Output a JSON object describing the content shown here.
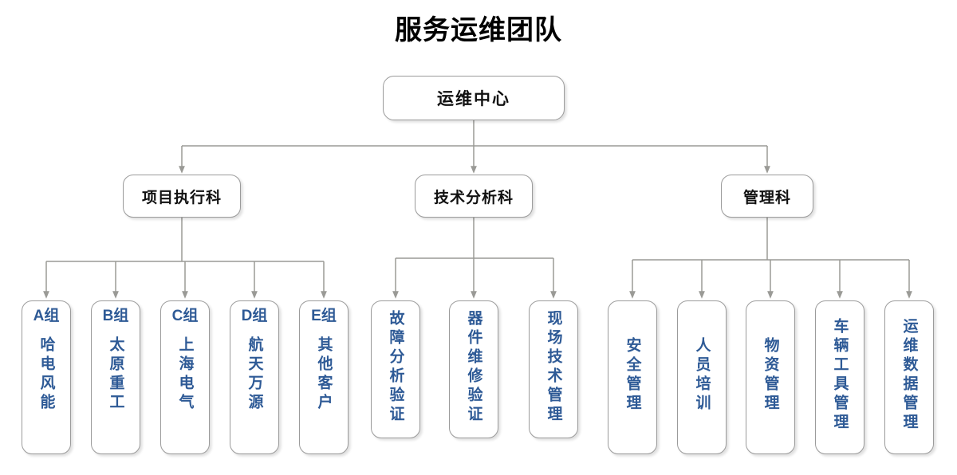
{
  "title": "服务运维团队",
  "colors": {
    "accent_text": "#2E5A96",
    "node_border": "#9B9B9B",
    "connector": "#9A9A96",
    "title_text": "#000000",
    "background": "#FFFFFF"
  },
  "root": {
    "label": "运维中心"
  },
  "departments": [
    {
      "label": "项目执行科"
    },
    {
      "label": "技术分析科"
    },
    {
      "label": "管理科"
    }
  ],
  "project_groups": [
    {
      "tag": "A组",
      "name": "哈电风能"
    },
    {
      "tag": "B组",
      "name": "太原重工"
    },
    {
      "tag": "C组",
      "name": "上海电气"
    },
    {
      "tag": "D组",
      "name": "航天万源"
    },
    {
      "tag": "E组",
      "name": "其他客户"
    }
  ],
  "technical_items": [
    {
      "name": "故障分析验证"
    },
    {
      "name": "器件维修验证"
    },
    {
      "name": "现场技术管理"
    }
  ],
  "management_items": [
    {
      "name": "安全管理"
    },
    {
      "name": "人员培训"
    },
    {
      "name": "物资管理"
    },
    {
      "name": "车辆工具管理"
    },
    {
      "name": "运维数据管理"
    }
  ]
}
